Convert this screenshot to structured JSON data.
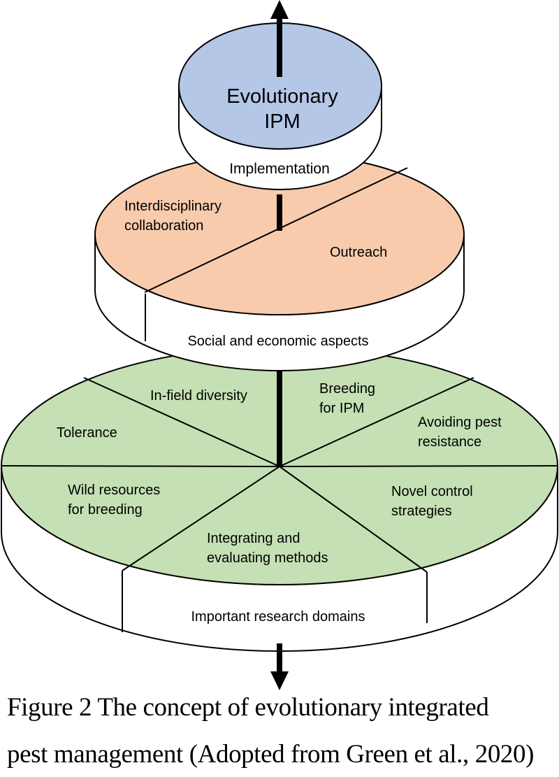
{
  "colors": {
    "top_disk": "#b4c7e7",
    "middle_disk": "#f8cbad",
    "bottom_disk": "#c5e0b4",
    "wall": "#ffffff",
    "stroke": "#000000"
  },
  "top_disk": {
    "title_line1": "Evolutionary",
    "title_line2": "IPM",
    "wall_label": "Implementation"
  },
  "middle_disk": {
    "segments": [
      "Interdisciplinary",
      "collaboration",
      "Outreach"
    ],
    "wall_label": "Social and economic aspects"
  },
  "bottom_disk": {
    "segments": {
      "in_field": "In-field diversity",
      "breeding_1": "Breeding",
      "breeding_2": "for IPM",
      "tolerance": "Tolerance",
      "avoiding_1": "Avoiding pest",
      "avoiding_2": "resistance",
      "wild_1": "Wild resources",
      "wild_2": "for breeding",
      "novel_1": "Novel control",
      "novel_2": "strategies",
      "integrating_1": "Integrating and",
      "integrating_2": "evaluating methods"
    },
    "wall_label": "Important research domains"
  },
  "caption": {
    "line1": "Figure 2 The concept of evolutionary integrated",
    "line2": "pest management (Adopted from Green et al., 2020)"
  }
}
